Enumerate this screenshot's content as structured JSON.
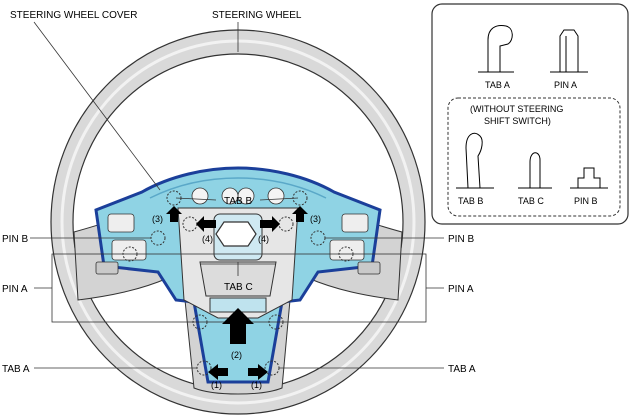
{
  "callouts": {
    "steering_wheel_cover": "STEERING WHEEL COVER",
    "steering_wheel": "STEERING WHEEL",
    "tab_b": "TAB B",
    "tab_c": "TAB C",
    "pin_b_left": "PIN B",
    "pin_b_right": "PIN B",
    "pin_a_left": "PIN A",
    "pin_a_right": "PIN A",
    "tab_a_left": "TAB A",
    "tab_a_right": "TAB A"
  },
  "steps": {
    "step1_left": "(1)",
    "step1_right": "(1)",
    "step2": "(2)",
    "step3_left": "(3)",
    "step3_right": "(3)",
    "step4_left": "(4)",
    "step4_right": "(4)"
  },
  "legend": {
    "tab_a": "TAB A",
    "pin_a": "PIN A",
    "note_line1": "(WITHOUT STEERING",
    "note_line2": "SHIFT SWITCH)",
    "tab_b": "TAB B",
    "tab_c": "TAB C",
    "pin_b": "PIN B"
  },
  "colors": {
    "cover": "#8fd3e4",
    "cover_edge": "#1b3f9a",
    "rim": "#cfcfcf",
    "rim_dark": "#9a9a9a"
  }
}
